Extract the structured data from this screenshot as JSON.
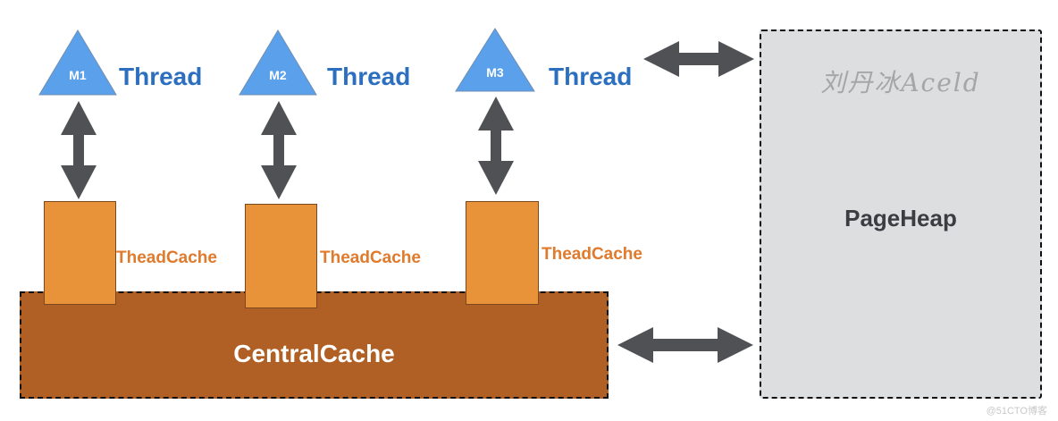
{
  "threads": [
    {
      "id": "M1",
      "label": "Thread",
      "cache_label": "TheadCache"
    },
    {
      "id": "M2",
      "label": "Thread",
      "cache_label": "TheadCache"
    },
    {
      "id": "M3",
      "label": "Thread",
      "cache_label": "TheadCache"
    }
  ],
  "central_cache": {
    "label": "CentralCache"
  },
  "page_heap": {
    "label": "PageHeap",
    "watermark": "刘丹冰Aceld"
  },
  "credit": "@51CTO博客",
  "colors": {
    "thread_triangle": "#5aa0ea",
    "thread_text": "#2c6fbf",
    "thread_cache": "#e8923a",
    "thread_cache_text": "#e07a2c",
    "central_cache": "#b06024",
    "page_heap": "#dcdee0",
    "arrow": "#4f5155"
  }
}
